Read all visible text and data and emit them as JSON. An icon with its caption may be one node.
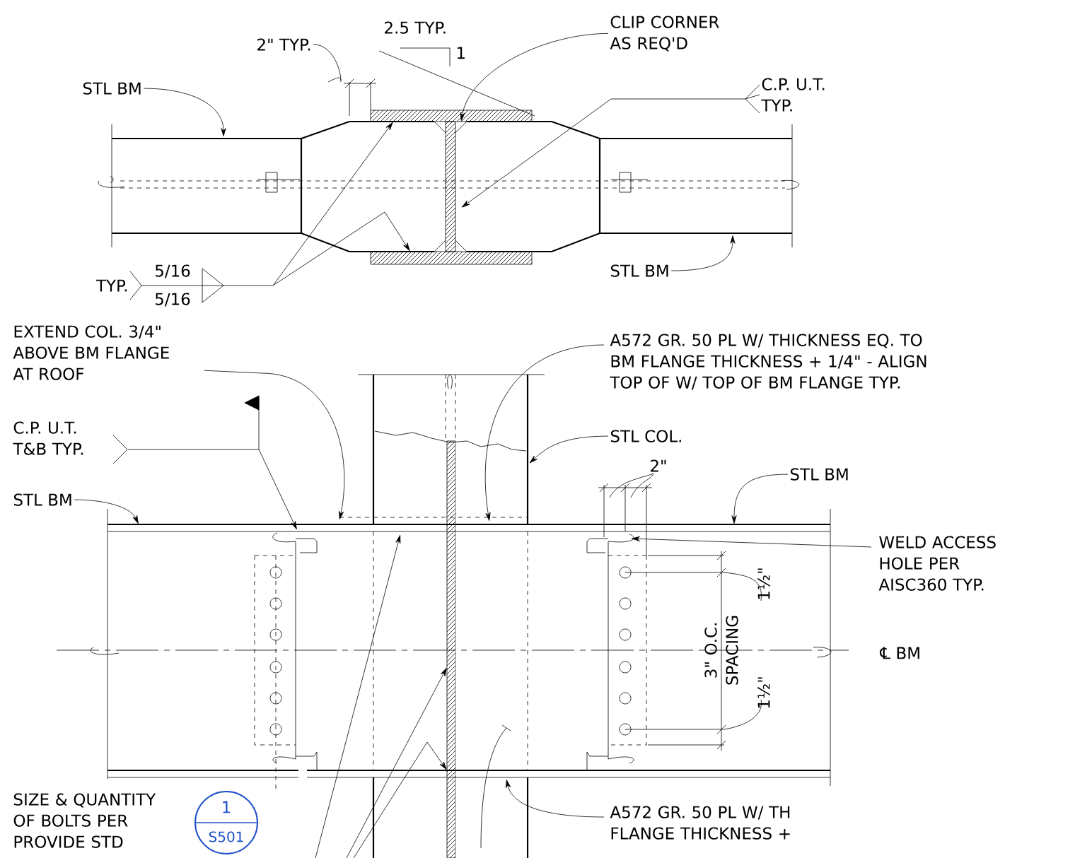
{
  "diagram": {
    "nodes": [
      {
        "text": [
          "2\" TYP."
        ]
      },
      {
        "text": [
          "CLIP CORNER AS REQ'D"
        ]
      },
      {
        "text": [
          "STL BM"
        ]
      },
      {
        "text": [
          "C.P. U.T. TYP."
        ]
      },
      {
        "text": [
          "TYP.",
          "5/16",
          "5/16"
        ]
      },
      {
        "text": [
          "STL BM"
        ]
      },
      {
        "text": [
          "EXTEND COL. 3/4\" ABOVE BM FLANGE AT ROOF"
        ]
      },
      {
        "text": [
          "A572 GR. 50 PL W/ THICKNESS EQ. TO BM FLANGE THICKNESS + 1/4\" - ALIGN TOP OF W/ TOP OF BM FLANGE TYP."
        ]
      },
      {
        "text": [
          "C.P. U.T. T&B TYP."
        ]
      },
      {
        "text": [
          "STL COL."
        ]
      },
      {
        "text": [
          "STL BM"
        ]
      },
      {
        "text": [
          "STL BM"
        ]
      },
      {
        "text": [
          "WELD ACCESS HOLE PER AISC360 TYP."
        ]
      },
      {
        "text": [
          "SIZE & QUANTITY OF BOLTS PER PROVIDE STD"
        ]
      },
      {
        "text": [
          "1",
          "S501"
        ]
      },
      {
        "text": [
          "A572 GR. 50 PL W/ TH FLANGE THICKNESS +"
        ]
      }
    ],
    "edges": [
      {
        "from": 0,
        "to": null,
        "arrow": "none"
      },
      {
        "from": 1,
        "to": null,
        "arrow": "to"
      },
      {
        "from": 2,
        "to": null,
        "arrow": "to"
      },
      {
        "from": 3,
        "to": null,
        "arrow": "to"
      },
      {
        "from": 4,
        "to": null,
        "arrow": "to"
      },
      {
        "from": 4,
        "to": null,
        "arrow": "to"
      },
      {
        "from": 5,
        "to": null,
        "arrow": "to"
      },
      {
        "from": 6,
        "to": null,
        "arrow": "to"
      },
      {
        "from": 7,
        "to": null,
        "arrow": "to"
      },
      {
        "from": 8,
        "to": null,
        "arrow": "to"
      },
      {
        "from": 9,
        "to": null,
        "arrow": "to"
      },
      {
        "from": 10,
        "to": null,
        "arrow": "to"
      },
      {
        "from": 11,
        "to": null,
        "arrow": "to"
      },
      {
        "from": 12,
        "to": null,
        "arrow": "to"
      },
      {
        "from": 15,
        "to": null,
        "arrow": "to"
      }
    ],
    "labels": [
      "2.5 TYP.",
      "1",
      "2\"",
      "1½\"",
      "3\" O.C. SPACING",
      "℄ BM",
      "1½\""
    ]
  }
}
